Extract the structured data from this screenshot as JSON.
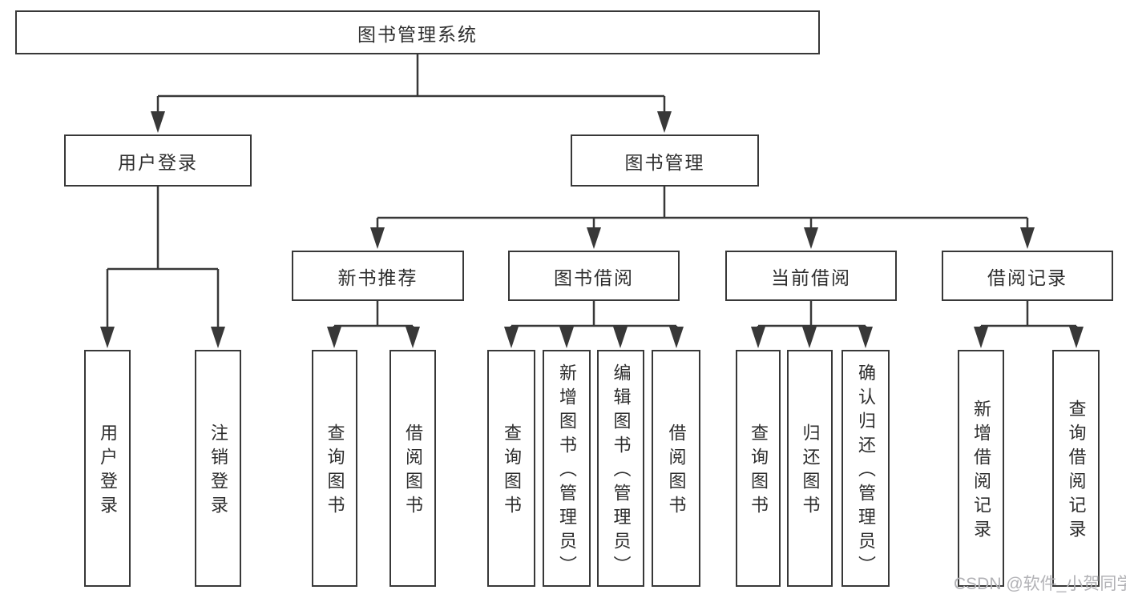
{
  "diagram": {
    "root": {
      "label": "图书管理系统"
    },
    "level2": [
      {
        "label": "用户登录"
      },
      {
        "label": "图书管理"
      }
    ],
    "level3": [
      {
        "label": "新书推荐",
        "parent": "图书管理"
      },
      {
        "label": "图书借阅",
        "parent": "图书管理"
      },
      {
        "label": "当前借阅",
        "parent": "图书管理"
      },
      {
        "label": "借阅记录",
        "parent": "图书管理"
      }
    ],
    "leaves": [
      {
        "label": "用户登录",
        "parent": "用户登录"
      },
      {
        "label": "注销登录",
        "parent": "用户登录"
      },
      {
        "label": "查询图书",
        "parent": "新书推荐"
      },
      {
        "label": "借阅图书",
        "parent": "新书推荐"
      },
      {
        "label": "查询图书",
        "parent": "图书借阅"
      },
      {
        "label": "新增图书（管理员）",
        "parent": "图书借阅"
      },
      {
        "label": "编辑图书（管理员）",
        "parent": "图书借阅"
      },
      {
        "label": "借阅图书",
        "parent": "图书借阅"
      },
      {
        "label": "查询图书",
        "parent": "当前借阅"
      },
      {
        "label": "归还图书",
        "parent": "当前借阅"
      },
      {
        "label": "确认归还（管理员）",
        "parent": "当前借阅"
      },
      {
        "label": "新增借阅记录",
        "parent": "借阅记录"
      },
      {
        "label": "查询借阅记录",
        "parent": "借阅记录"
      }
    ],
    "watermark": "CSDN @软件_小贺同学",
    "colors": {
      "line": "#383838",
      "box_border": "#383838",
      "text": "#2e2e2e",
      "watermark": "#b2b2b6",
      "background": "#ffffff"
    }
  }
}
